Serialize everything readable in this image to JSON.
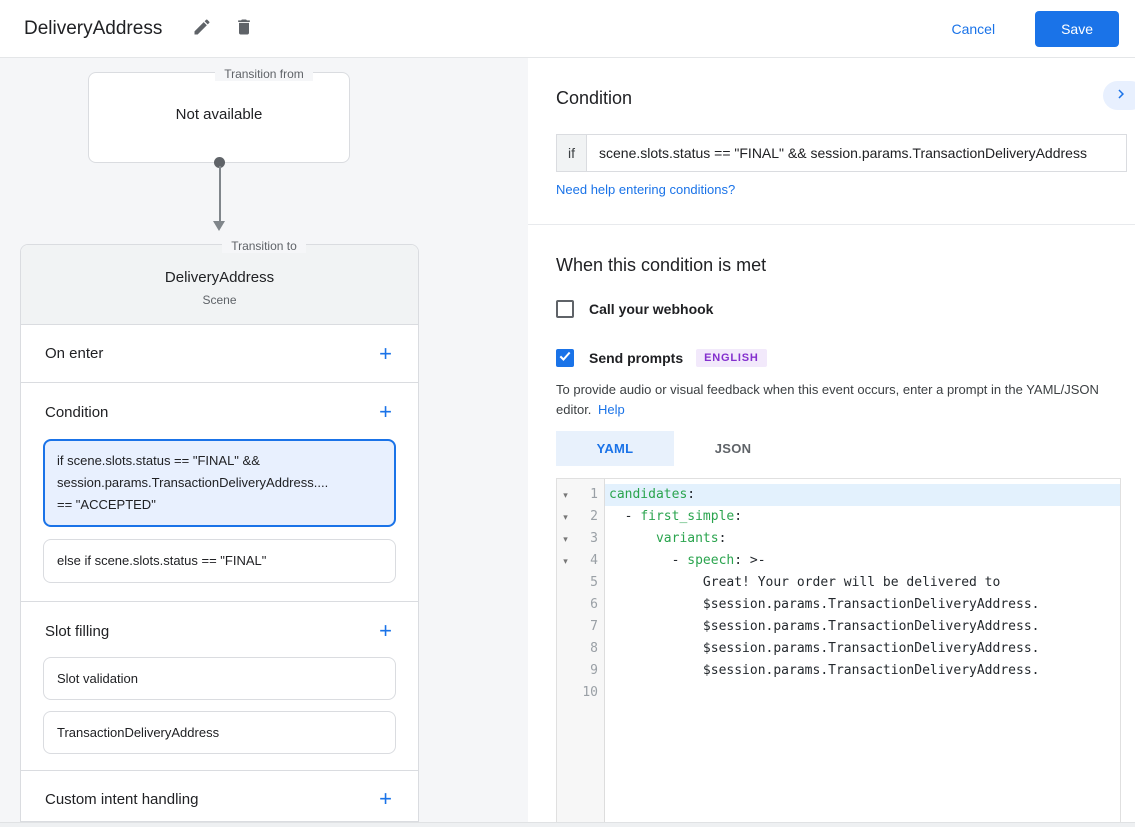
{
  "header": {
    "title": "DeliveryAddress",
    "cancel": "Cancel",
    "save": "Save"
  },
  "flow": {
    "transition_from_label": "Transition from",
    "transition_from_value": "Not available",
    "transition_to_label": "Transition to",
    "scene_name": "DeliveryAddress",
    "scene_type": "Scene",
    "on_enter_label": "On enter",
    "condition_label": "Condition",
    "condition_cards": [
      {
        "selected": true,
        "lines": [
          "if scene.slots.status == \"FINAL\" &&",
          "session.params.TransactionDeliveryAddress....",
          "== \"ACCEPTED\""
        ]
      },
      {
        "selected": false,
        "lines": [
          "else if scene.slots.status == \"FINAL\""
        ]
      }
    ],
    "slot_filling_label": "Slot filling",
    "slot_cards": [
      "Slot validation",
      "TransactionDeliveryAddress"
    ],
    "custom_intent_label": "Custom intent handling"
  },
  "detail": {
    "title": "Condition",
    "if_label": "if",
    "condition_value": "scene.slots.status == \"FINAL\" && session.params.TransactionDeliveryAddress",
    "help_link": "Need help entering conditions?",
    "when_met_title": "When this condition is met",
    "webhook_label": "Call your webhook",
    "webhook_checked": false,
    "prompts_label": "Send prompts",
    "prompts_checked": true,
    "language_badge": "ENGLISH",
    "prompt_hint": "To provide audio or visual feedback when this event occurs, enter a prompt in the YAML/JSON editor.",
    "hint_link": "Help",
    "tabs": [
      {
        "label": "YAML",
        "active": true
      },
      {
        "label": "JSON",
        "active": false
      }
    ],
    "editor": {
      "active_line": 1,
      "lines": [
        {
          "num": 1,
          "fold": true,
          "segments": [
            {
              "t": "candidates",
              "c": "key"
            },
            {
              "t": ":",
              "c": "plain"
            }
          ]
        },
        {
          "num": 2,
          "fold": true,
          "segments": [
            {
              "t": "  - ",
              "c": "plain"
            },
            {
              "t": "first_simple",
              "c": "key"
            },
            {
              "t": ":",
              "c": "plain"
            }
          ]
        },
        {
          "num": 3,
          "fold": true,
          "segments": [
            {
              "t": "      ",
              "c": "plain"
            },
            {
              "t": "variants",
              "c": "key"
            },
            {
              "t": ":",
              "c": "plain"
            }
          ]
        },
        {
          "num": 4,
          "fold": true,
          "segments": [
            {
              "t": "        - ",
              "c": "plain"
            },
            {
              "t": "speech",
              "c": "key"
            },
            {
              "t": ": >-",
              "c": "plain"
            }
          ]
        },
        {
          "num": 5,
          "fold": false,
          "segments": [
            {
              "t": "            Great! Your order will be delivered to",
              "c": "plain"
            }
          ]
        },
        {
          "num": 6,
          "fold": false,
          "segments": [
            {
              "t": "            $session.params.TransactionDeliveryAddress.",
              "c": "plain"
            }
          ]
        },
        {
          "num": 7,
          "fold": false,
          "segments": [
            {
              "t": "            $session.params.TransactionDeliveryAddress.",
              "c": "plain"
            }
          ]
        },
        {
          "num": 8,
          "fold": false,
          "segments": [
            {
              "t": "            $session.params.TransactionDeliveryAddress.",
              "c": "plain"
            }
          ]
        },
        {
          "num": 9,
          "fold": false,
          "segments": [
            {
              "t": "            $session.params.TransactionDeliveryAddress.",
              "c": "plain"
            }
          ]
        },
        {
          "num": 10,
          "fold": false,
          "segments": []
        }
      ]
    }
  },
  "colors": {
    "accent_blue": "#1a73e8",
    "selected_card_bg": "#e8f0fe",
    "selected_card_border": "#1a73e8",
    "badge_bg": "#f2e9fb",
    "badge_text": "#8430ce",
    "code_key_green": "#2aa44e",
    "active_line_bg": "#e3f1fd",
    "panel_bg": "#f5f6f8"
  }
}
